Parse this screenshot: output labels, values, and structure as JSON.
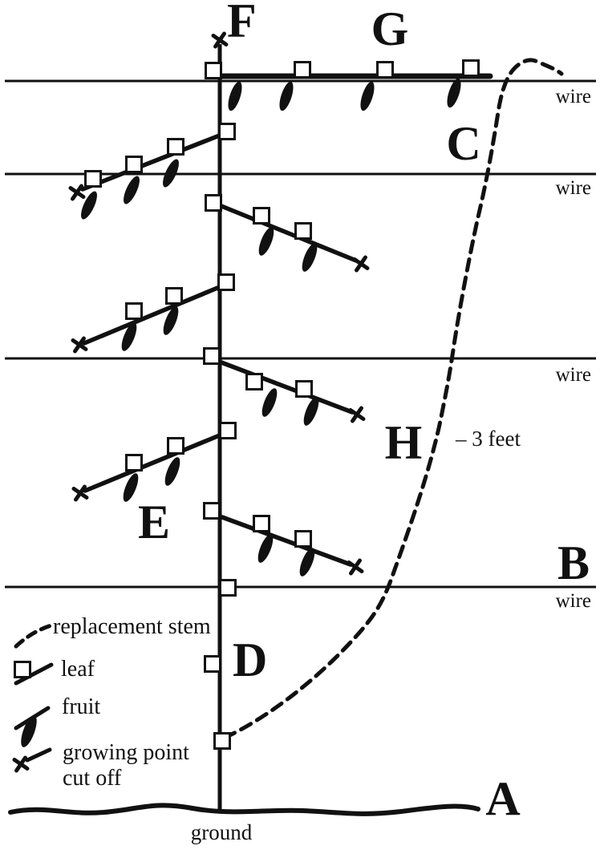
{
  "point_labels": {
    "a": "A",
    "b": "B",
    "c": "C",
    "d": "D",
    "e": "E",
    "f": "F",
    "g": "G",
    "h": "H"
  },
  "wire_label": "wire",
  "height_marker": "– 3 feet",
  "ground_label": "ground",
  "legend": {
    "replacement_stem": "replacement stem",
    "leaf": "leaf",
    "fruit": "fruit",
    "growing_point_line1": "growing point",
    "growing_point_line2": "cut off"
  },
  "colors": {
    "ink": "#111111",
    "background": "#ffffff"
  }
}
